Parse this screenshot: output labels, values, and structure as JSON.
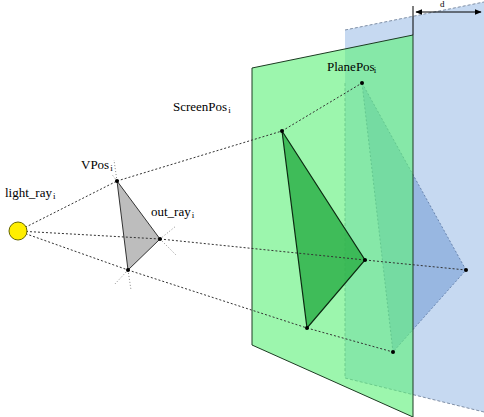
{
  "diagram": {
    "labels": [
      "d",
      "PlanePos",
      "i",
      "ScreenPos",
      "i",
      "light_ray",
      "i",
      "VPos",
      "i",
      "out_ray",
      "i"
    ]
  }
}
